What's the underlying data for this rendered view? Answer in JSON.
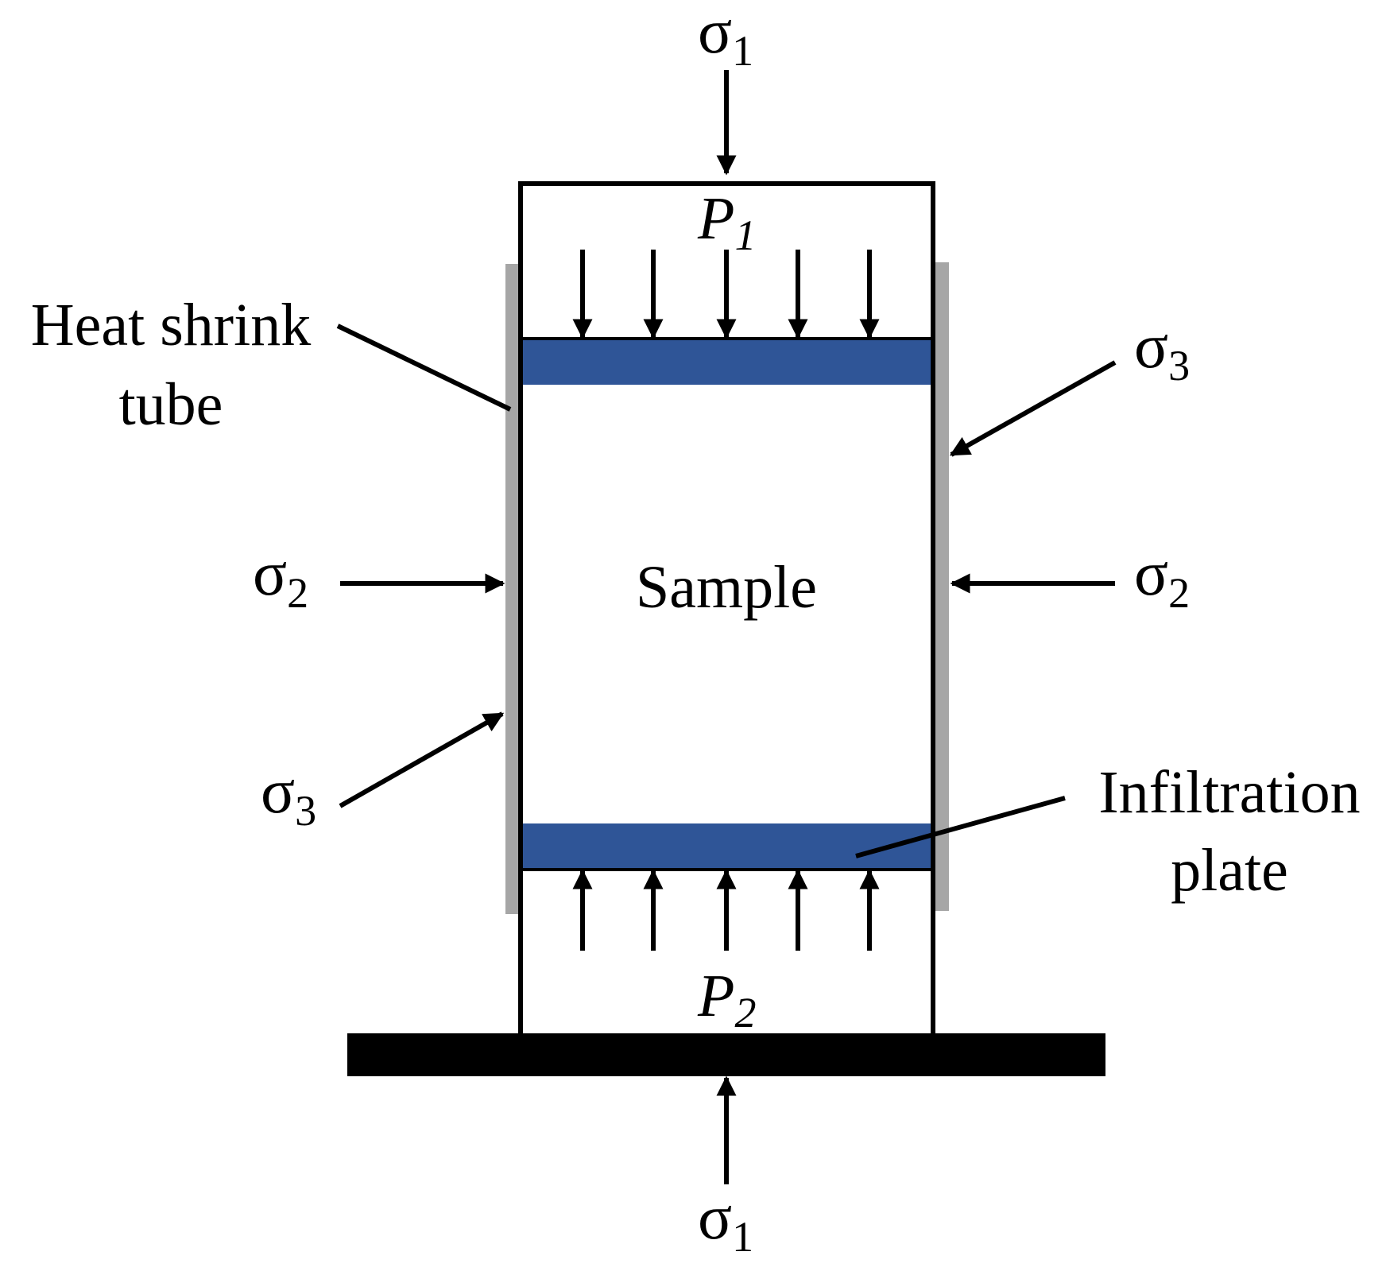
{
  "labels": {
    "sample": "Sample",
    "heat_shrink_tube_line1": "Heat shrink",
    "heat_shrink_tube_line2": "tube",
    "infiltration_plate_line1": "Infiltration",
    "infiltration_plate_line2": "plate"
  },
  "stresses": {
    "sigma1": {
      "symbol": "σ",
      "sub": "1"
    },
    "sigma2": {
      "symbol": "σ",
      "sub": "2"
    },
    "sigma3": {
      "symbol": "σ",
      "sub": "3"
    }
  },
  "pressures": {
    "p1": {
      "symbol": "P",
      "sub": "1"
    },
    "p2": {
      "symbol": "P",
      "sub": "2"
    }
  },
  "colors": {
    "plate": "#2f5597",
    "tube": "#a6a6a6",
    "outline": "#000000",
    "base": "#000000"
  }
}
